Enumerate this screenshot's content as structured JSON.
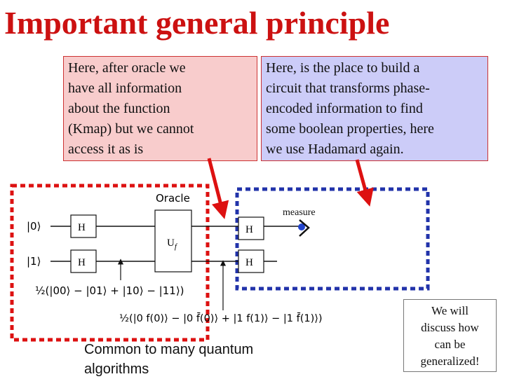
{
  "title": "Important general principle",
  "notes": {
    "left": [
      "Here, after oracle we",
      "have all information",
      "about the function",
      "(Kmap) but we cannot",
      "access it as is"
    ],
    "right": [
      "Here, is the place to build a",
      "circuit that transforms phase-",
      "encoded information to find",
      "some boolean properties, here",
      "we use Hadamard again."
    ]
  },
  "circuit": {
    "oracle_label": "Oracle",
    "input_top": "|0⟩",
    "input_bottom": "|1⟩",
    "gate_h": "H",
    "gate_u": "U",
    "gate_u_sub": "f",
    "measure_label": "measure",
    "state_after_h": "½(|00⟩ − |01⟩ + |10⟩ − |11⟩)",
    "state_after_oracle": "½(|0 f(0)⟩ − |0 f̄(0)⟩ + |1 f(1)⟩ − |1 f̄(1)⟩)"
  },
  "common": [
    "Common to many quantum",
    "algorithms"
  ],
  "generalize": [
    "We will",
    "discuss how",
    "can be",
    "generalized!"
  ],
  "colors": {
    "title": "#cc1111",
    "red_dash": "#dd1111",
    "blue_dash": "#2233aa",
    "arrow": "#dd1111",
    "left_note_bg": "#f8cccc",
    "right_note_bg": "#ccccf8"
  }
}
